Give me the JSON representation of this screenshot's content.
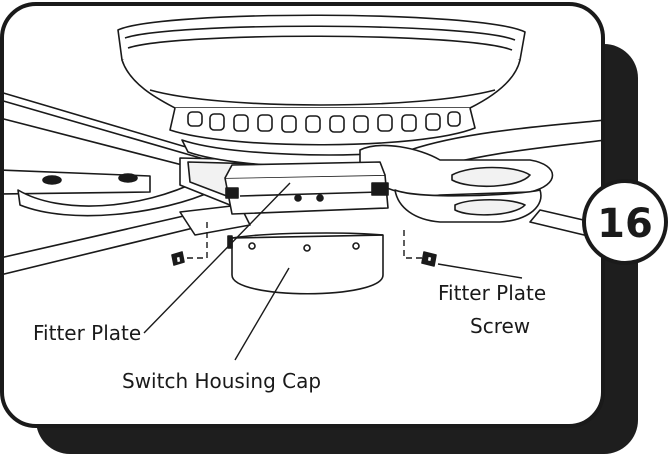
{
  "diagram": {
    "step_number": "16",
    "labels": {
      "fitter_plate": "Fitter Plate",
      "fitter_plate_screw_line1": "Fitter Plate",
      "fitter_plate_screw_line2": "Screw",
      "switch_housing_cap": "Switch Housing Cap"
    }
  },
  "colors": {
    "frame": "#1a1a1a",
    "shadow": "#1e1e1e",
    "background": "#ffffff",
    "line": "#1a1a1a",
    "part_fill": "#ffffff"
  }
}
